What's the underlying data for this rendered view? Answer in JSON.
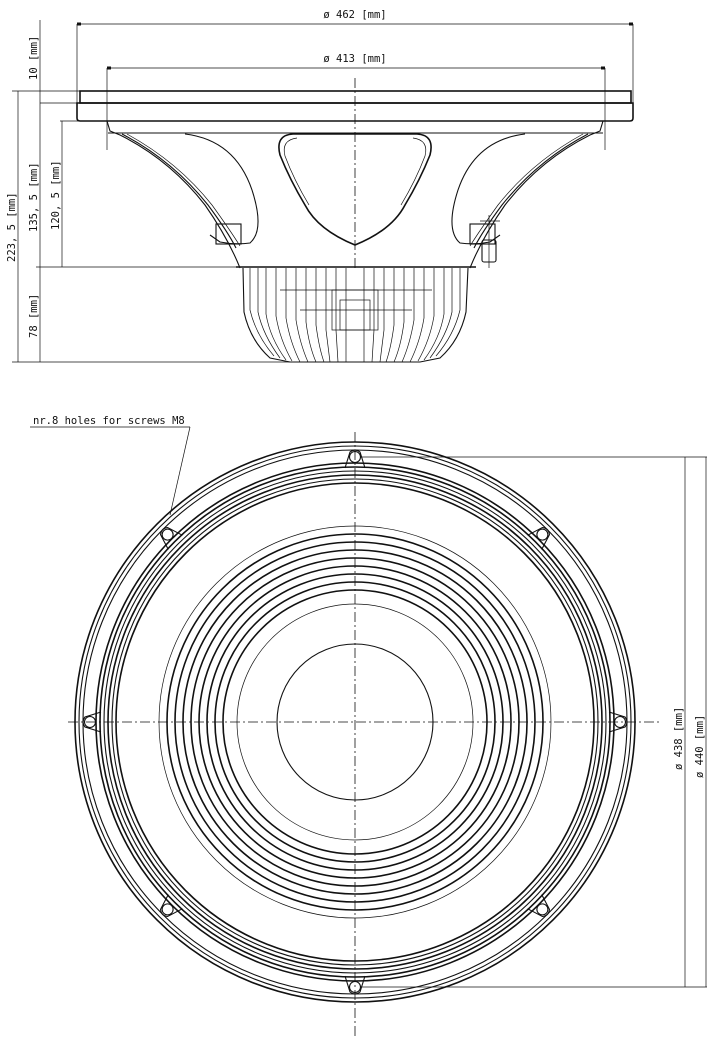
{
  "drawing": {
    "subject": "loudspeaker mounting drawing",
    "line_color": "#111111",
    "background": "#ffffff",
    "side_view": {
      "dimensions": {
        "outer_diameter": "ø 462  [mm]",
        "inner_diameter": "ø 413  [mm]",
        "flange_thickness": "10  [mm]",
        "total_depth": "223, 5  [mm]",
        "basket_depth": "135, 5  [mm]",
        "mounting_depth": "120, 5  [mm]",
        "motor_depth": "78  [mm]"
      }
    },
    "front_view": {
      "callout": "nr.8  holes  for  screws  M8",
      "dimensions": {
        "bolt_circle": "ø 438  [mm]",
        "cutout_diameter": "ø 440  [mm]"
      },
      "mounting_hole_count": 8
    }
  }
}
